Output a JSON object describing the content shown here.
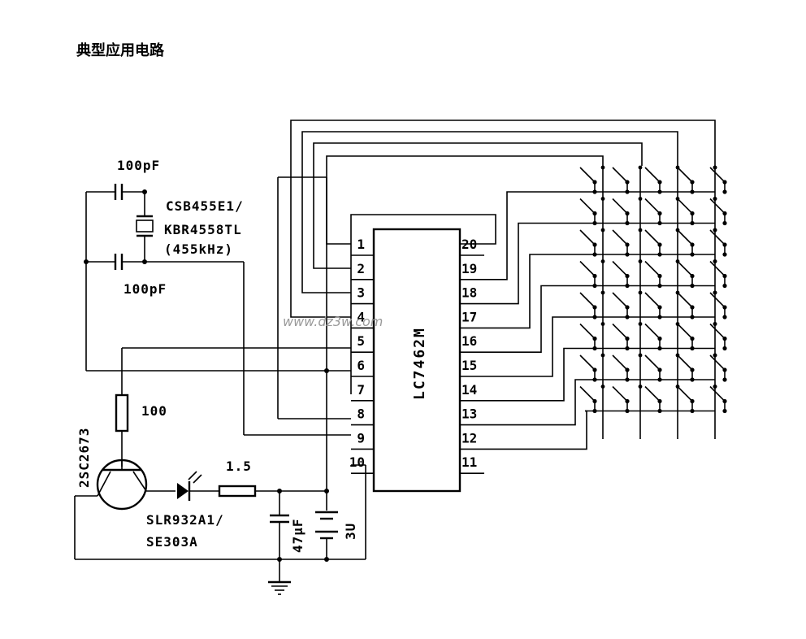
{
  "title": "典型应用电路",
  "watermark": "www.dz3w.com",
  "chip": {
    "name": "LC7462M"
  },
  "pins_left": [
    "1",
    "2",
    "3",
    "4",
    "5",
    "6",
    "7",
    "8",
    "9",
    "10"
  ],
  "pins_right": [
    "20",
    "19",
    "18",
    "17",
    "16",
    "15",
    "14",
    "13",
    "12",
    "11"
  ],
  "components": {
    "cap_top": "100pF",
    "cap_bottom": "100pF",
    "resonator_line1": "CSB455E1/",
    "resonator_line2": "KBR4558TL",
    "resonator_line3": "(455kHz)",
    "resistor_base": "100",
    "transistor": "2SC2673",
    "resistor_led": "1.5",
    "led_line1": "SLR932A1/",
    "led_line2": "SE303A",
    "capacitor_supply": "47μF",
    "battery": "3U"
  },
  "matrix": {
    "rows": 8,
    "cols": 5
  },
  "colors": {
    "ink": "#000000",
    "background": "#ffffff",
    "watermark": "#9a9a9a"
  }
}
